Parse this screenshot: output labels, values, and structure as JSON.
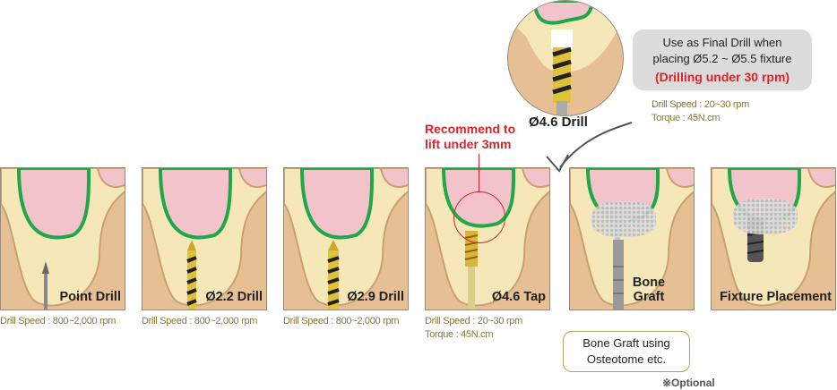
{
  "panels": [
    {
      "label": "Point Drill",
      "tool": "point",
      "specs": [
        "Drill Speed : 800~2,000 rpm"
      ]
    },
    {
      "label": "Ø2.2 Drill",
      "tool": "drill22",
      "specs": [
        "Drill Speed : 800~2,000 rpm"
      ]
    },
    {
      "label": "Ø2.9 Drill",
      "tool": "drill29",
      "specs": [
        "Drill Speed : 800~2,000 rpm"
      ]
    },
    {
      "label": "Ø4.6  Tap",
      "tool": "tap",
      "specs": [
        "Drill Speed : 20~30 rpm",
        "Torque : 45N.cm"
      ]
    },
    {
      "label": "Bone Graft",
      "tool": "osteotome",
      "specs": []
    },
    {
      "label": "Fixture Placement",
      "tool": "fixture",
      "specs": []
    }
  ],
  "top_detail": {
    "label": "Ø4.6 Drill",
    "specs": [
      "Drill Speed : 20~30 rpm",
      "Torque : 45N.cm"
    ]
  },
  "callout": {
    "line1": "Use as Final Drill when",
    "line2": "placing Ø5.2 ~ Ø5.5 fixture",
    "line3": "(Drilling under 30 rpm)"
  },
  "recommend": {
    "line1": "Recommend to",
    "line2": "lift under 3mm"
  },
  "graft_note": {
    "line1": "Bone Graft using",
    "line2": "Osteotome etc."
  },
  "optional": "※Optional",
  "colors": {
    "red": "#d9232d",
    "olive": "#8a7a3a",
    "sinus_outline": "#1fa84a",
    "bone": "#f6e7b8",
    "tissue": "#e6bf95"
  }
}
